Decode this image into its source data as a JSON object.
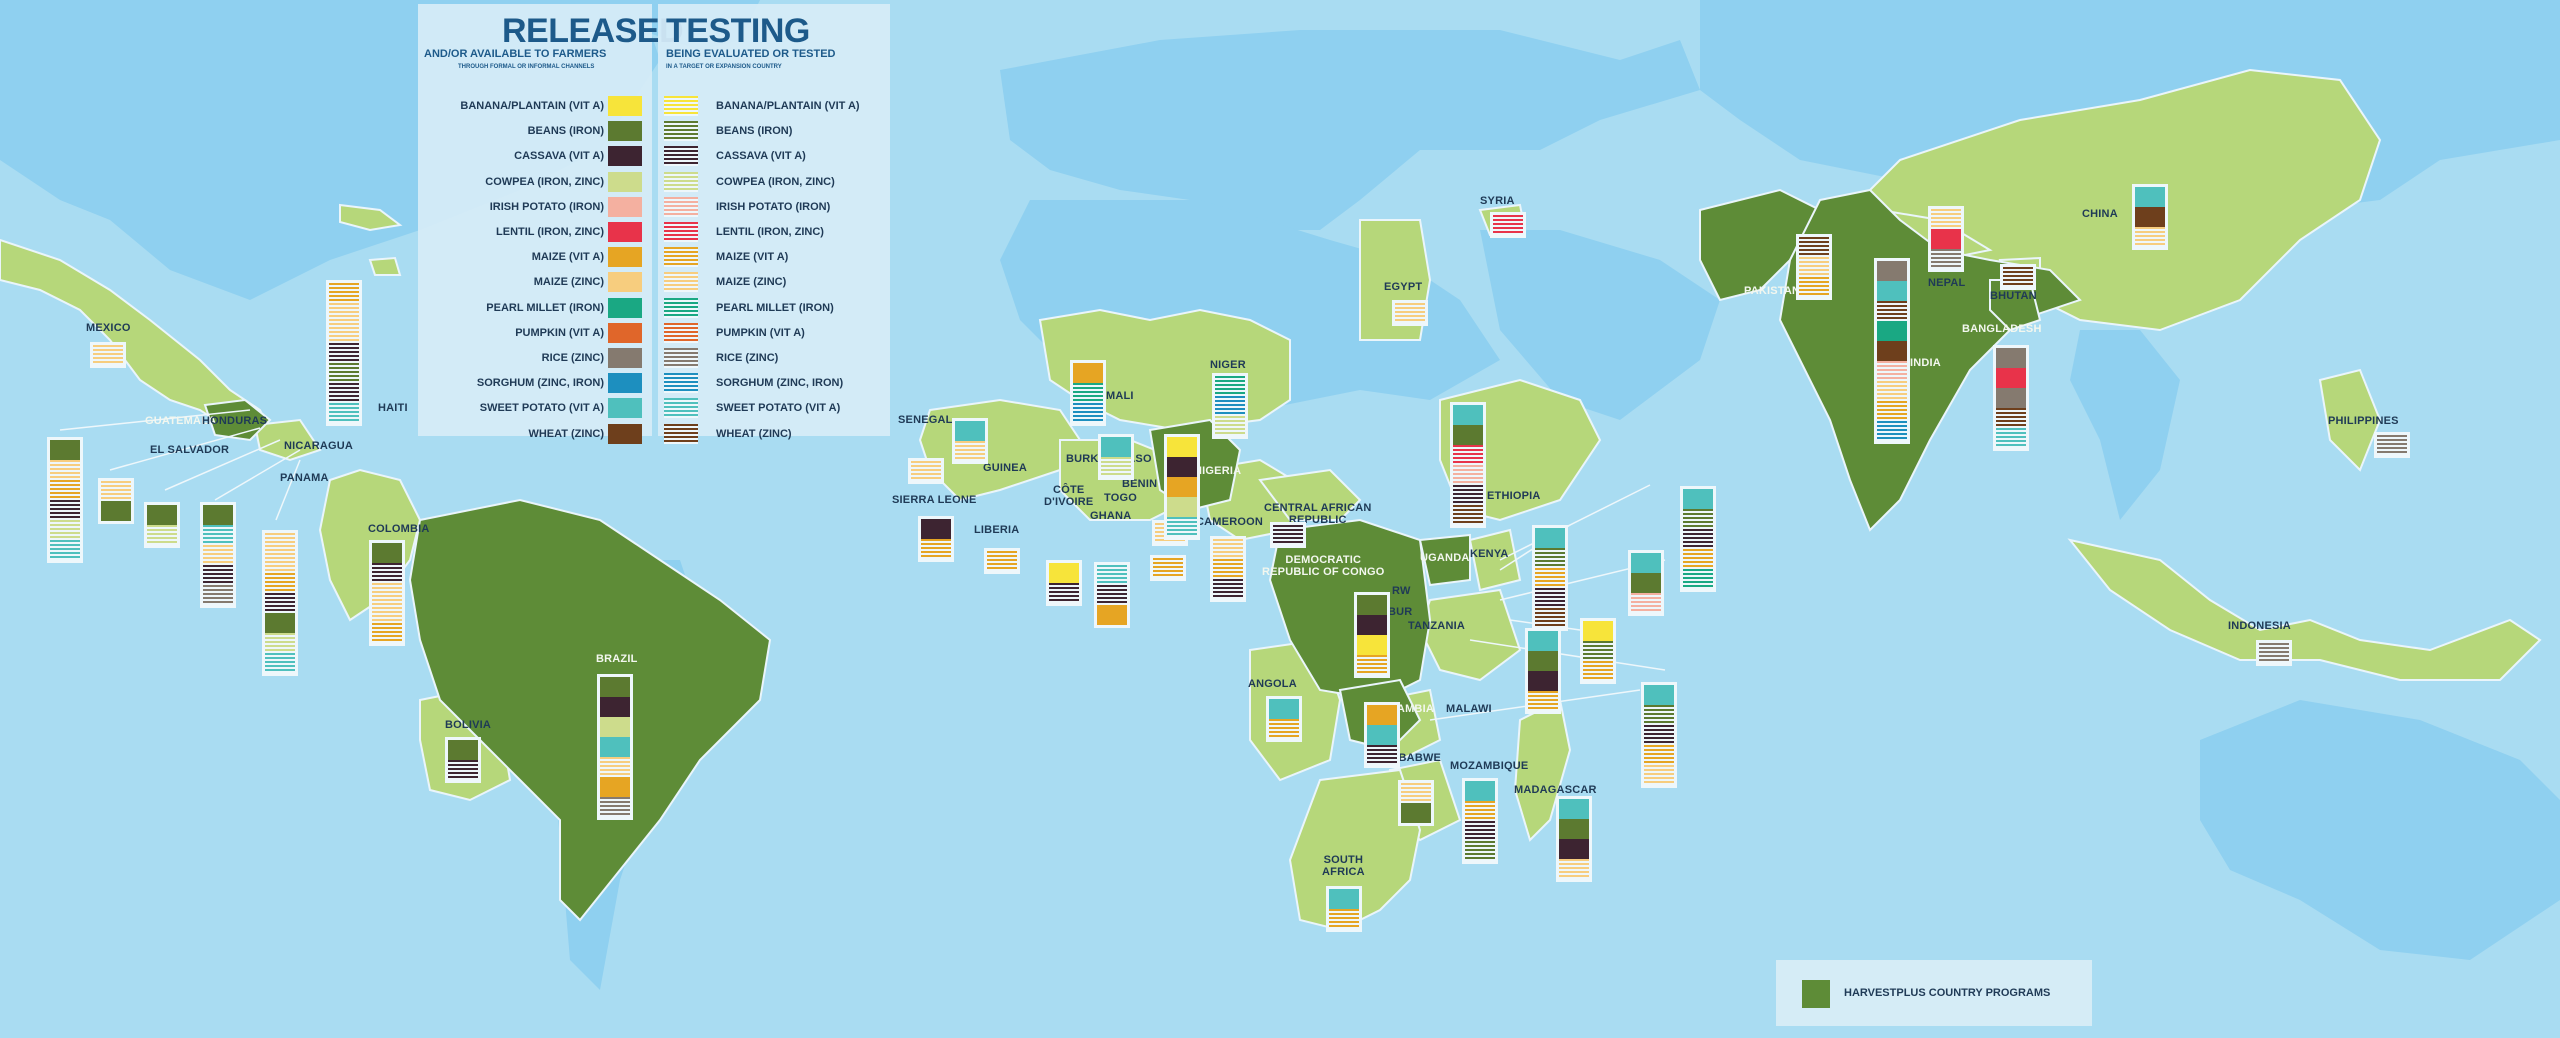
{
  "colors": {
    "ocean": "#a9dcf2",
    "other_land": "#8fd0f0",
    "program_country": "#5e8c37",
    "crop_country": "#b6d77a",
    "border": "#eaf5fb"
  },
  "legend": {
    "released": {
      "title": "RELEASED",
      "subtitle": "AND/OR AVAILABLE TO FARMERS",
      "note": "THROUGH FORMAL OR INFORMAL CHANNELS"
    },
    "testing": {
      "title": "TESTING",
      "subtitle": "BEING EVALUATED OR TESTED",
      "note": "IN A TARGET OR EXPANSION COUNTRY"
    },
    "crops": [
      {
        "key": "banana",
        "label": "BANANA/PLANTAIN (VIT A)",
        "color": "#f7e43a"
      },
      {
        "key": "beans",
        "label": "BEANS (IRON)",
        "color": "#5c7a30"
      },
      {
        "key": "cassava",
        "label": "CASSAVA (VIT A)",
        "color": "#3d2431"
      },
      {
        "key": "cowpea",
        "label": "COWPEA (IRON, ZINC)",
        "color": "#cddc8c"
      },
      {
        "key": "potato",
        "label": "IRISH POTATO (IRON)",
        "color": "#f4b0a0"
      },
      {
        "key": "lentil",
        "label": "LENTIL (IRON, ZINC)",
        "color": "#e8334a"
      },
      {
        "key": "maize_a",
        "label": "MAIZE (VIT A)",
        "color": "#e6a523"
      },
      {
        "key": "maize_z",
        "label": "MAIZE (ZINC)",
        "color": "#f7cd7e"
      },
      {
        "key": "millet",
        "label": "PEARL MILLET (IRON)",
        "color": "#1aa883"
      },
      {
        "key": "pumpkin",
        "label": "PUMPKIN (VIT A)",
        "color": "#e0662a"
      },
      {
        "key": "rice",
        "label": "RICE (ZINC)",
        "color": "#857a6f"
      },
      {
        "key": "sorghum",
        "label": "SORGHUM (ZINC, IRON)",
        "color": "#1d8fbf"
      },
      {
        "key": "sweetpotato",
        "label": "SWEET POTATO (VIT A)",
        "color": "#4fc0bd"
      },
      {
        "key": "wheat",
        "label": "WHEAT (ZINC)",
        "color": "#6e3f1c"
      }
    ],
    "program_key": "HARVESTPLUS COUNTRY PROGRAMS"
  },
  "countries": [
    {
      "name": "MEXICO",
      "program": false
    },
    {
      "name": "GUATEMALA",
      "program": true
    },
    {
      "name": "HONDURAS",
      "program": false
    },
    {
      "name": "EL SALVADOR",
      "program": false
    },
    {
      "name": "NICARAGUA",
      "program": false
    },
    {
      "name": "PANAMA",
      "program": false
    },
    {
      "name": "HAITI",
      "program": false
    },
    {
      "name": "COLOMBIA",
      "program": false
    },
    {
      "name": "BRAZIL",
      "program": true
    },
    {
      "name": "BOLIVIA",
      "program": false
    },
    {
      "name": "SENEGAL",
      "program": false
    },
    {
      "name": "SIERRA LEONE",
      "program": false
    },
    {
      "name": "LIBERIA",
      "program": false
    },
    {
      "name": "GUINEA",
      "program": false
    },
    {
      "name": "CÔTE D'IVOIRE",
      "program": false
    },
    {
      "name": "MALI",
      "program": false
    },
    {
      "name": "BURKINA FASO",
      "program": false
    },
    {
      "name": "GHANA",
      "program": false
    },
    {
      "name": "BENIN",
      "program": false
    },
    {
      "name": "TOGO",
      "program": false
    },
    {
      "name": "NIGER",
      "program": false
    },
    {
      "name": "NIGERIA",
      "program": true
    },
    {
      "name": "CAMEROON",
      "program": false
    },
    {
      "name": "CENTRAL AFRICAN REPUBLIC",
      "program": false
    },
    {
      "name": "DEMOCRATIC REPUBLIC OF CONGO",
      "program": true
    },
    {
      "name": "RW",
      "program": false
    },
    {
      "name": "BUR",
      "program": false
    },
    {
      "name": "UGANDA",
      "program": true
    },
    {
      "name": "KENYA",
      "program": false
    },
    {
      "name": "ETHIOPIA",
      "program": false
    },
    {
      "name": "TANZANIA",
      "program": false
    },
    {
      "name": "ANGOLA",
      "program": false
    },
    {
      "name": "ZAMBIA",
      "program": true
    },
    {
      "name": "MALAWI",
      "program": false
    },
    {
      "name": "ZIMBABWE",
      "program": false
    },
    {
      "name": "MOZAMBIQUE",
      "program": false
    },
    {
      "name": "MADAGASCAR",
      "program": false
    },
    {
      "name": "SOUTH AFRICA",
      "program": false
    },
    {
      "name": "EGYPT",
      "program": false
    },
    {
      "name": "SYRIA",
      "program": false
    },
    {
      "name": "PAKISTAN",
      "program": true
    },
    {
      "name": "INDIA",
      "program": true
    },
    {
      "name": "NEPAL",
      "program": false
    },
    {
      "name": "BHUTAN",
      "program": false
    },
    {
      "name": "BANGLADESH",
      "program": true
    },
    {
      "name": "CHINA",
      "program": false
    },
    {
      "name": "PHILIPPINES",
      "program": false
    },
    {
      "name": "INDONESIA",
      "program": false
    }
  ],
  "crop_stacks": [
    {
      "country": "MEXICO",
      "crops": [
        "maize_z"
      ]
    },
    {
      "country": "GUATEMALA",
      "crops": [
        "beans",
        "maize_z",
        "maize_a",
        "cassava",
        "cowpea",
        "sweetpotato"
      ]
    },
    {
      "country": "EL SALVADOR",
      "crops": [
        "maize_z",
        "beans"
      ]
    },
    {
      "country": "HONDURAS",
      "crops": [
        "beans",
        "cowpea"
      ]
    },
    {
      "country": "NICARAGUA",
      "crops": [
        "beans",
        "sweetpotato",
        "maize_z",
        "cassava",
        "rice"
      ]
    },
    {
      "country": "PANAMA",
      "crops": [
        "maize_z",
        "maize_z",
        "maize_a",
        "cassava",
        "beans",
        "cowpea",
        "sweetpotato"
      ]
    },
    {
      "country": "HAITI",
      "crops": [
        "maize_a",
        "maize_z",
        "maize_z",
        "cassava",
        "beans",
        "cassava",
        "sweetpotato"
      ]
    },
    {
      "country": "COLOMBIA",
      "crops": [
        "beans",
        "cassava",
        "maize_z",
        "maize_z",
        "maize_a"
      ]
    },
    {
      "country": "BRAZIL",
      "crops": [
        "beans",
        "cassava",
        "cowpea",
        "sweetpotato",
        "maize_z",
        "maize_a",
        "rice"
      ]
    },
    {
      "country": "BOLIVIA",
      "crops": [
        "beans",
        "cassava"
      ]
    },
    {
      "country": "SENEGAL",
      "crops": [
        "sweetpotato",
        "maize_z"
      ]
    },
    {
      "country": "SIERRA LEONE",
      "crops": [
        "cassava",
        "maize_a"
      ]
    },
    {
      "country": "LIBERIA",
      "crops": [
        "maize_a"
      ]
    },
    {
      "country": "GUINEA",
      "crops": [
        "maize_z"
      ]
    },
    {
      "country": "CÔTE D'IVOIRE",
      "crops": [
        "banana",
        "cassava"
      ]
    },
    {
      "country": "MALI",
      "crops": [
        "maize_a",
        "millet",
        "sorghum"
      ]
    },
    {
      "country": "BURKINA FASO",
      "crops": [
        "sweetpotato",
        "cowpea"
      ]
    },
    {
      "country": "GHANA",
      "crops": [
        "sweetpotato",
        "cassava",
        "maize_a"
      ]
    },
    {
      "country": "BENIN",
      "crops": [
        "maize_a"
      ]
    },
    {
      "country": "TOGO",
      "crops": [
        "maize_z"
      ]
    },
    {
      "country": "NIGER",
      "crops": [
        "millet",
        "sorghum",
        "cowpea"
      ]
    },
    {
      "country": "NIGERIA",
      "crops": [
        "banana",
        "cassava",
        "maize_a",
        "cowpea",
        "sweetpotato"
      ]
    },
    {
      "country": "CAMEROON",
      "crops": [
        "maize_z",
        "maize_a",
        "cassava"
      ]
    },
    {
      "country": "CENTRAL AFRICAN REPUBLIC",
      "crops": [
        "cassava"
      ]
    },
    {
      "country": "DEMOCRATIC REPUBLIC OF CONGO",
      "crops": [
        "beans",
        "cassava",
        "banana",
        "maize_a"
      ]
    },
    {
      "country": "ETHIOPIA",
      "crops": [
        "sweetpotato",
        "beans",
        "lentil",
        "potato",
        "cassava",
        "wheat"
      ]
    },
    {
      "country": "UGANDA",
      "crops": [
        "sweetpotato",
        "beans",
        "cassava",
        "maize_a",
        "millet"
      ]
    },
    {
      "country": "KENYA",
      "crops": [
        "sweetpotato",
        "beans",
        "maize_a",
        "cassava",
        "wheat"
      ]
    },
    {
      "country": "RW",
      "crops": [
        "sweetpotato",
        "beans",
        "potato"
      ]
    },
    {
      "country": "BUR",
      "crops": [
        "sweetpotato",
        "beans",
        "cassava",
        "maize_a"
      ]
    },
    {
      "country": "TANZANIA",
      "crops": [
        "sweetpotato",
        "beans",
        "cassava",
        "maize_a",
        "maize_z"
      ]
    },
    {
      "country": "ANGOLA",
      "crops": [
        "sweetpotato",
        "maize_a"
      ]
    },
    {
      "country": "ZAMBIA",
      "crops": [
        "maize_a",
        "sweetpotato",
        "cassava"
      ]
    },
    {
      "country": "MALAWI",
      "crops": [
        "banana",
        "beans",
        "maize_a"
      ]
    },
    {
      "country": "ZIMBABWE",
      "crops": [
        "maize_z",
        "beans"
      ]
    },
    {
      "country": "MOZAMBIQUE",
      "crops": [
        "sweetpotato",
        "maize_a",
        "cassava",
        "beans"
      ]
    },
    {
      "country": "MADAGASCAR",
      "crops": [
        "sweetpotato",
        "beans",
        "cassava",
        "maize_z"
      ]
    },
    {
      "country": "SOUTH AFRICA",
      "crops": [
        "sweetpotato",
        "maize_a"
      ]
    },
    {
      "country": "EGYPT",
      "crops": [
        "maize_z"
      ]
    },
    {
      "country": "SYRIA",
      "crops": [
        "lentil"
      ]
    },
    {
      "country": "PAKISTAN",
      "crops": [
        "wheat",
        "maize_z",
        "maize_a"
      ]
    },
    {
      "country": "INDIA",
      "crops": [
        "rice",
        "sweetpotato",
        "wheat",
        "millet",
        "wheat",
        "potato",
        "maize_z",
        "maize_a",
        "sorghum"
      ]
    },
    {
      "country": "NEPAL",
      "crops": [
        "maize_z",
        "lentil",
        "rice"
      ]
    },
    {
      "country": "BHUTAN",
      "crops": [
        "wheat"
      ]
    },
    {
      "country": "BANGLADESH",
      "crops": [
        "rice",
        "lentil",
        "rice",
        "wheat",
        "sweetpotato"
      ]
    },
    {
      "country": "CHINA",
      "crops": [
        "sweetpotato",
        "wheat",
        "maize_z"
      ]
    },
    {
      "country": "PHILIPPINES",
      "crops": [
        "rice"
      ]
    },
    {
      "country": "INDONESIA",
      "crops": [
        "rice"
      ]
    }
  ]
}
